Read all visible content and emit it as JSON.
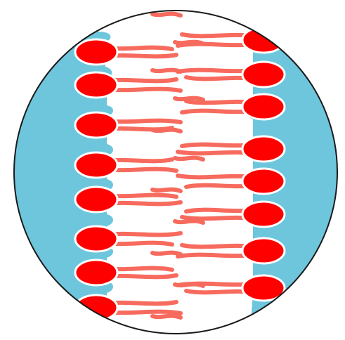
{
  "diagram": {
    "subject": "lipid-bilayer-magnified-view",
    "colors": {
      "background": "#ffffff",
      "water": "#6ec6dc",
      "head": "#ff0000",
      "head_outline": "#ffffff",
      "tail": "#f76b5e",
      "circle_outline": "#1a1a1a"
    },
    "left_leaflet_heads": 8,
    "right_leaflet_heads": 8
  }
}
